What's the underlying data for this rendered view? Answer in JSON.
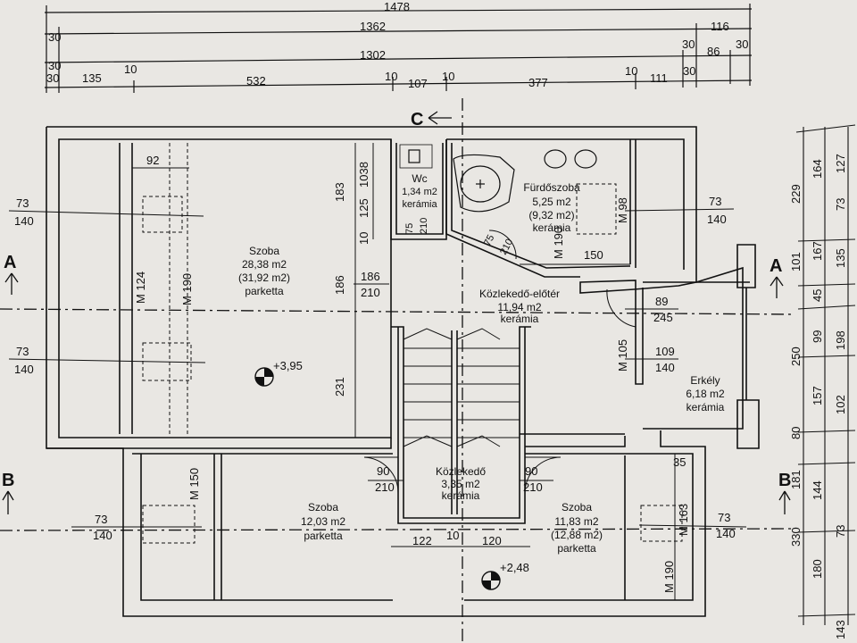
{
  "top_dimensions": {
    "row1": [
      "1478"
    ],
    "row2": [
      "1362",
      "116"
    ],
    "row3": [
      "30",
      "30",
      "1302",
      "30",
      "86",
      "30"
    ],
    "row4": [
      "30",
      "135",
      "10",
      "532",
      "10",
      "107",
      "10",
      "377",
      "10",
      "111",
      "30"
    ]
  },
  "right_dimensions": {
    "col_a": [
      "229",
      "101",
      "250",
      "80",
      "181",
      "330"
    ],
    "col_b": [
      "164",
      "167",
      "45",
      "99",
      "157",
      "144",
      "180"
    ],
    "col_c": [
      "127",
      "73",
      "135",
      "198",
      "102",
      "73",
      "143"
    ]
  },
  "section_marks": {
    "a": "A",
    "b": "B",
    "c": "C"
  },
  "rooms": [
    {
      "id": "szoba-main",
      "name": "Szoba",
      "area": "28,38 m2",
      "area2": "(31,92 m2)",
      "floor": "parketta"
    },
    {
      "id": "wc",
      "name": "Wc",
      "area": "1,34 m2",
      "area2": "",
      "floor": "kerámia"
    },
    {
      "id": "furdo",
      "name": "Fürdőszoba",
      "area": "5,25 m2",
      "area2": "(9,32 m2)",
      "floor": "kerámia"
    },
    {
      "id": "kozlekedo-eloter",
      "name": "Közlekedő-előtér",
      "area": "11,94 m2",
      "area2": "",
      "floor": "kerámia"
    },
    {
      "id": "erkely",
      "name": "Erkély",
      "area": "6,18 m2",
      "area2": "",
      "floor": "kerámia"
    },
    {
      "id": "kozlekedo",
      "name": "Közlekedő",
      "area": "3,35 m2",
      "area2": "",
      "floor": "kerámia"
    },
    {
      "id": "szoba-left",
      "name": "Szoba",
      "area": "12,03 m2",
      "area2": "",
      "floor": "parketta"
    },
    {
      "id": "szoba-right",
      "name": "Szoba",
      "area": "11,83 m2",
      "area2": "(12,88 m2)",
      "floor": "parketta"
    }
  ],
  "openings": {
    "w_left_top": [
      "73",
      "140"
    ],
    "w_left_mid": [
      "73",
      "140"
    ],
    "w_right_top": [
      "73",
      "140"
    ],
    "w_bl": [
      "73",
      "140"
    ],
    "w_br": [
      "73",
      "140"
    ],
    "d_main": [
      "186",
      "210"
    ],
    "d_wc": [
      "75",
      "210"
    ],
    "d_bath": [
      "75",
      "210"
    ],
    "d_balcony": [
      "89",
      "245"
    ],
    "w_balcony": [
      "109",
      "140"
    ],
    "d_left": [
      "90",
      "210"
    ],
    "d_right": [
      "90",
      "210"
    ]
  },
  "inner_dims": {
    "d92": "92",
    "d183": "183",
    "d186": "186",
    "d231": "231",
    "d1038": "1038",
    "d125": "125",
    "d10": "10",
    "d150h": "150",
    "m98": "M 98",
    "m124": "M 124",
    "m190a": "M 190",
    "m190b": "M 190",
    "m190c": "M 190",
    "m105": "M 105",
    "m150": "M 150",
    "m163": "M 163",
    "d35": "35",
    "d122": "122",
    "d10b": "10",
    "d120": "120"
  },
  "levels": {
    "upper": "+3,95",
    "lower": "+2,48"
  }
}
